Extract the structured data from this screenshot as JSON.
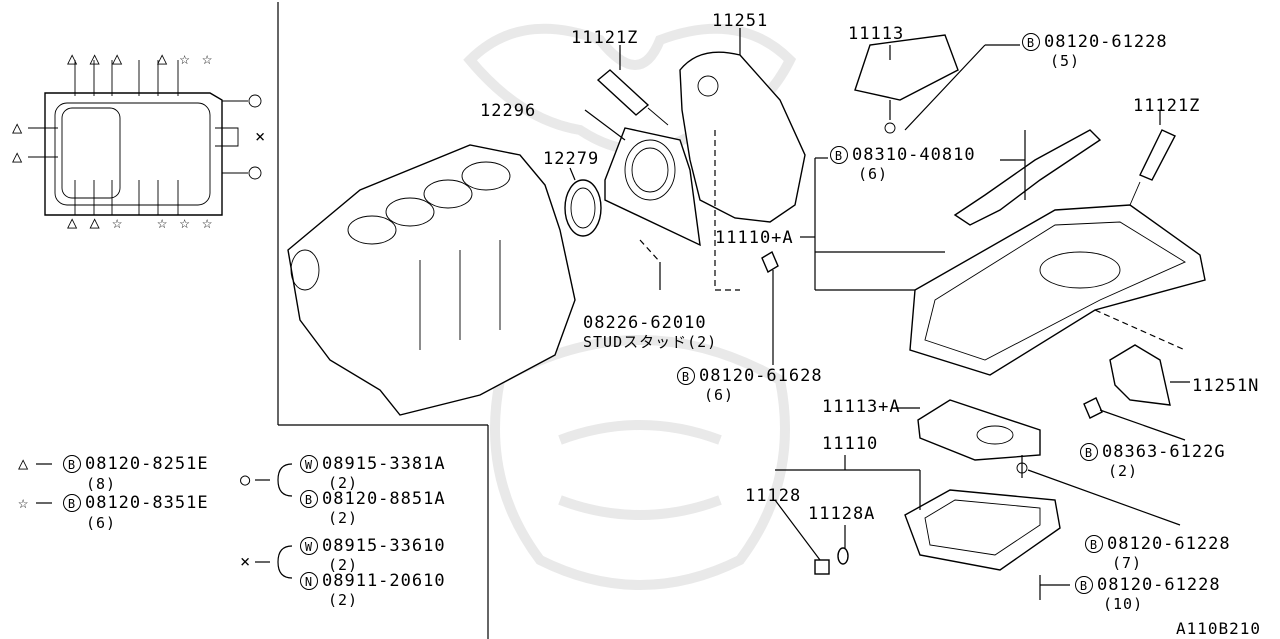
{
  "diagram_id": "A110B210",
  "parts": {
    "p11121z_a": "11121Z",
    "p11251": "11251",
    "p11113": "11113",
    "p12296": "12296",
    "p12279": "12279",
    "p11121z_b": "11121Z",
    "p11110a": "11110+A",
    "p11251n": "11251N",
    "p11113a": "11113+A",
    "p11110": "11110",
    "p11128": "11128",
    "p11128a": "11128A"
  },
  "bolts": {
    "b1": {
      "symbol": "B",
      "number": "08120-61228",
      "qty": "(5)"
    },
    "b2": {
      "symbol": "B",
      "number": "08310-40810",
      "qty": "(6)"
    },
    "b3": {
      "symbol": "B",
      "number": "08120-61628",
      "qty": "(6)"
    },
    "b4": {
      "symbol": "B",
      "number": "08363-6122G",
      "qty": "(2)"
    },
    "b5": {
      "symbol": "B",
      "number": "08120-61228",
      "qty": "(7)"
    },
    "b6": {
      "symbol": "B",
      "number": "08120-61228",
      "qty": "(10)"
    }
  },
  "stud": {
    "number": "08226-62010",
    "desc": "STUDスタッド(2)"
  },
  "legend": {
    "tri": {
      "mark": "△",
      "symbol": "B",
      "number": "08120-8251E",
      "qty": "(8)"
    },
    "star": {
      "mark": "☆",
      "symbol": "B",
      "number": "08120-8351E",
      "qty": "(6)"
    },
    "circle_mark": "○",
    "circle_items": [
      {
        "symbol": "W",
        "number": "08915-3381A",
        "qty": "(2)"
      },
      {
        "symbol": "B",
        "number": "08120-8851A",
        "qty": "(2)"
      }
    ],
    "x_mark": "×",
    "x_items": [
      {
        "symbol": "W",
        "number": "08915-33610",
        "qty": "(2)"
      },
      {
        "symbol": "N",
        "number": "08911-20610",
        "qty": "(2)"
      }
    ]
  },
  "gasket_marks": {
    "top": [
      "△",
      "△",
      "△",
      "△",
      "☆",
      "☆"
    ],
    "bottom": [
      "△",
      "△",
      "☆",
      "☆",
      "☆",
      "☆"
    ],
    "left": [
      "△",
      "△"
    ],
    "right_x": "×"
  }
}
